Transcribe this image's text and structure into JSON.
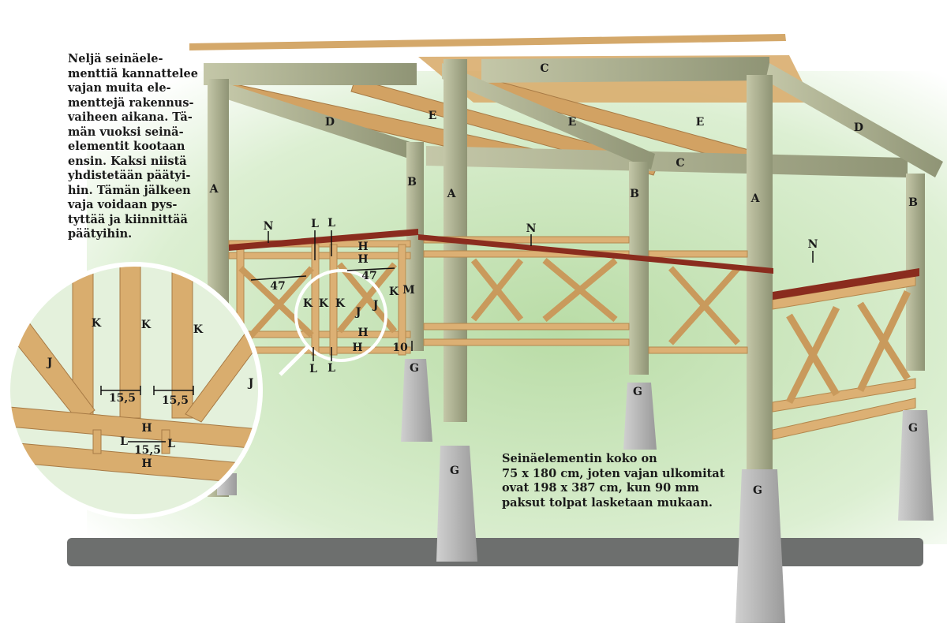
{
  "intro_text": [
    "Neljä seinäele-",
    "menttiä kannattelee",
    "vajan muita ele-",
    "menttejä rakennus-",
    "vaiheen aikana. Tä-",
    "män vuoksi seinä-",
    "elementit kootaan",
    "ensin. Kaksi niistä",
    "yhdistetään päätyi-",
    "hin. Tämän jälkeen",
    "vaja voidaan pys-",
    "tyttää ja kiinnittää",
    "päätyihin."
  ],
  "size_note": [
    "Seinäelementin koko on",
    "75 x 180 cm, joten vajan ulkomitat",
    "ovat 198 x 387 cm, kun 90 mm",
    "paksut tolpat lasketaan mukaan."
  ],
  "labels": {
    "c1": "C",
    "c2": "C",
    "d1": "D",
    "d2": "D",
    "e1": "E",
    "e2": "E",
    "e3": "E",
    "a1": "A",
    "a2": "A",
    "a3": "A",
    "b1": "B",
    "b2": "B",
    "b3": "B",
    "n1": "N",
    "n2": "N",
    "n3": "N",
    "l1": "L",
    "l2": "L",
    "l3": "L",
    "l4": "L",
    "h1": "H",
    "h2": "H",
    "h3": "H",
    "h4": "H",
    "dim1": "47",
    "dim2": "47",
    "k1": "K",
    "k2": "K",
    "k3": "K",
    "k4": "K",
    "j1": "J",
    "j2": "J",
    "m": "M",
    "dim10": "10",
    "g1": "G",
    "g2": "G",
    "g3": "G",
    "g4": "G",
    "g5": "G"
  },
  "detail": {
    "k1": "K",
    "k2": "K",
    "k3": "K",
    "j1": "J",
    "j2": "J",
    "dim1": "15,5",
    "dim2": "15,5",
    "dim3": "15,5",
    "h1": "H",
    "h2": "H",
    "l1": "L",
    "l2": "L"
  },
  "colors": {
    "wood": "#d9ad6e",
    "post": "#a9ad8a",
    "rail": "#8a2c1e",
    "ground": "#6d6f6e",
    "concrete": "#b8b8b8",
    "bg_green": "#cfe6c2"
  }
}
